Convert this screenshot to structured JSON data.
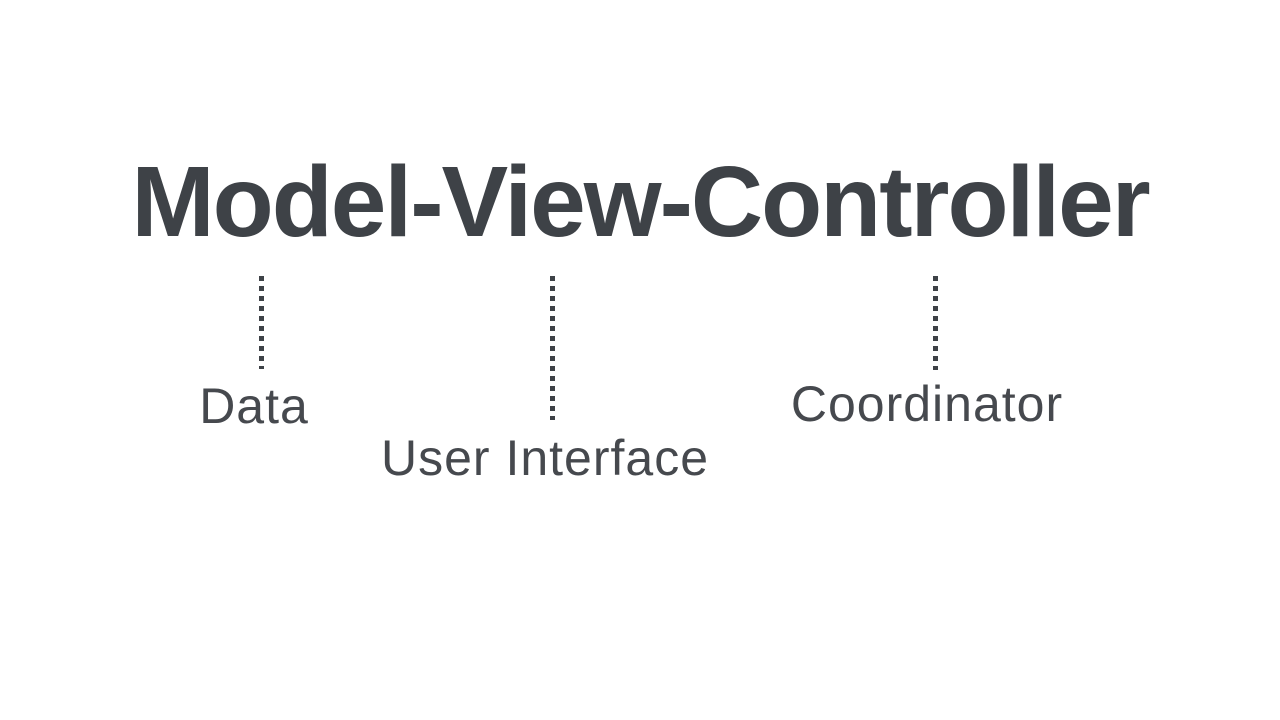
{
  "colors": {
    "background": "#ffffff",
    "ink": "#3e4247",
    "label_ink": "#46494e"
  },
  "title": {
    "text": "Model-View-Controller"
  },
  "annotations": [
    {
      "term": "Model",
      "label": "Data"
    },
    {
      "term": "View",
      "label": "User Interface"
    },
    {
      "term": "Controller",
      "label": "Coordinator"
    }
  ]
}
